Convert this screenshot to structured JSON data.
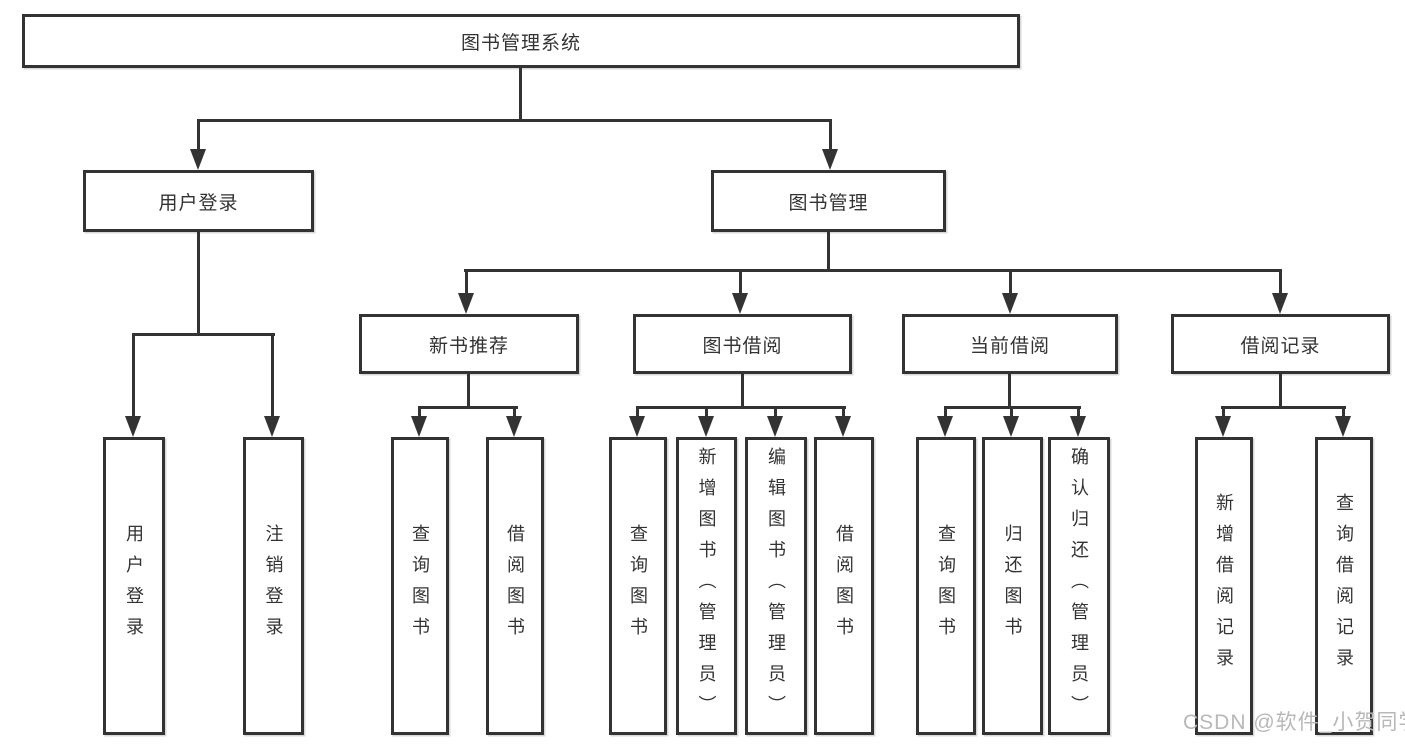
{
  "nodes": {
    "root": "图书管理系统",
    "l2": [
      "用户登录",
      "图书管理"
    ],
    "l3": [
      "新书推荐",
      "图书借阅",
      "当前借阅",
      "借阅记录"
    ],
    "leaf": [
      "用户登录",
      "注销登录",
      "查询图书",
      "借阅图书",
      "查询图书",
      "新增图书（管理员）",
      "编辑图书（管理员）",
      "借阅图书",
      "查询图书",
      "归还图书",
      "确认归还（管理员）",
      "新增借阅记录",
      "查询借阅记录"
    ]
  },
  "hierarchy": {
    "label": "图书管理系统",
    "children": [
      {
        "label": "用户登录",
        "children": [
          {
            "label": "用户登录"
          },
          {
            "label": "注销登录"
          }
        ]
      },
      {
        "label": "图书管理",
        "children": [
          {
            "label": "新书推荐",
            "children": [
              {
                "label": "查询图书"
              },
              {
                "label": "借阅图书"
              }
            ]
          },
          {
            "label": "图书借阅",
            "children": [
              {
                "label": "查询图书"
              },
              {
                "label": "新增图书（管理员）"
              },
              {
                "label": "编辑图书（管理员）"
              },
              {
                "label": "借阅图书"
              }
            ]
          },
          {
            "label": "当前借阅",
            "children": [
              {
                "label": "查询图书"
              },
              {
                "label": "归还图书"
              },
              {
                "label": "确认归还（管理员）"
              }
            ]
          },
          {
            "label": "借阅记录",
            "children": [
              {
                "label": "新增借阅记录"
              },
              {
                "label": "查询借阅记录"
              }
            ]
          }
        ]
      }
    ]
  },
  "watermark": "CSDN @软件_小贺同学",
  "colors": {
    "line": "#333333",
    "background": "#ffffff",
    "watermark": "#b8b8b8"
  }
}
